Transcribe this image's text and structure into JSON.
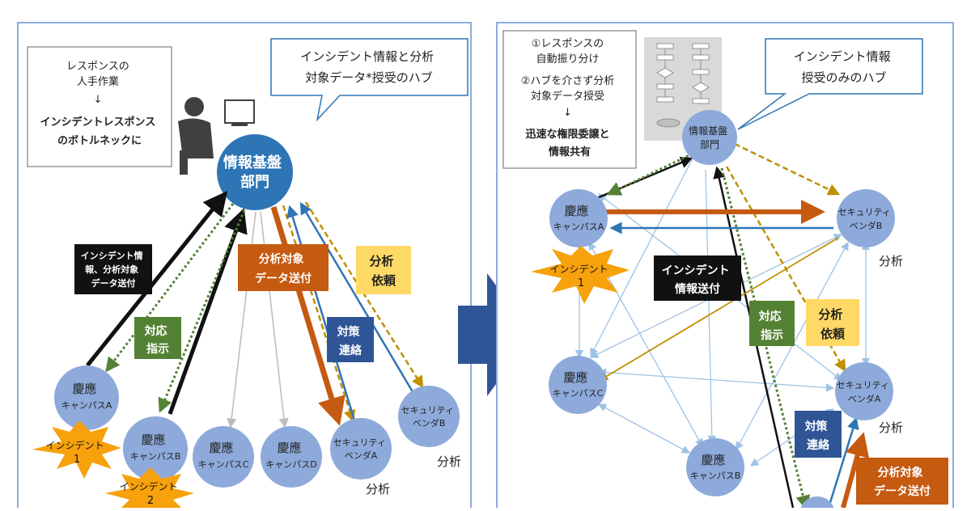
{
  "left": {
    "problem_box": {
      "lines": [
        "レスポンスの",
        "人手作業",
        "↓",
        "インシデントレスポンス",
        "のボトルネックに"
      ]
    },
    "callout": {
      "lines": [
        "インシデント情報と分析",
        "対象データ*授受のハブ"
      ]
    },
    "hub": {
      "lines": [
        "情報基盤",
        "部門"
      ]
    },
    "nodes": {
      "campus_a": [
        "慶應",
        "キャンパスA"
      ],
      "campus_b": [
        "慶應",
        "キャンパスB"
      ],
      "campus_c": [
        "慶應",
        "キャンパスC"
      ],
      "campus_d": [
        "慶應",
        "キャンパスD"
      ],
      "vendor_a": [
        "セキュリティ",
        "ベンダA"
      ],
      "vendor_b": [
        "セキュリティ",
        "ベンダB"
      ]
    },
    "labels": {
      "incident_send": [
        "インシデント情",
        "報、分析対象",
        "データ送付"
      ],
      "response": [
        "対応",
        "指示"
      ],
      "analysis_data": [
        "分析対象",
        "データ送付"
      ],
      "analysis_req": [
        "分析",
        "依頼"
      ],
      "countermeasure": [
        "対策",
        "連絡"
      ],
      "analysis_a": "分析",
      "analysis_b": "分析"
    },
    "incidents": {
      "inc1": [
        "インシデント",
        "1"
      ],
      "inc2": [
        "インシデント",
        "2"
      ]
    }
  },
  "right": {
    "improve_box": {
      "lines": [
        "①レスポンスの",
        "自動振り分け",
        "②ハブを介さず分析",
        "対象データ授受",
        "↓",
        "迅速な権限委譲と",
        "情報共有"
      ]
    },
    "callout": {
      "lines": [
        "インシデント情報",
        "授受のみのハブ"
      ]
    },
    "hub": {
      "lines": [
        "情報基盤",
        "部門"
      ]
    },
    "nodes": {
      "campus_a": [
        "慶應",
        "キャンパスA"
      ],
      "campus_b": [
        "慶應",
        "キャンパスB"
      ],
      "campus_c": [
        "慶應",
        "キャンパスC"
      ],
      "vendor_a": [
        "セキュリティ",
        "ベンダA"
      ],
      "vendor_b": [
        "セキュリティ",
        "ベンダB"
      ]
    },
    "labels": {
      "incident_send": [
        "インシデント",
        "情報送付"
      ],
      "response": [
        "対応",
        "指示"
      ],
      "analysis_req": [
        "分析",
        "依頼"
      ],
      "countermeasure": [
        "対策",
        "連絡"
      ],
      "analysis_data": [
        "分析対象",
        "データ送付"
      ],
      "analysis_a": "分析",
      "analysis_b": "分析"
    },
    "incidents": {
      "inc1": [
        "インシデント",
        "1"
      ]
    }
  },
  "colors": {
    "node_fill": "#8eaadb",
    "hub_fill": "#2e75b6",
    "black_label": "#111111",
    "green": "#548235",
    "orange": "#c55a11",
    "yellow_fill": "#ffd966",
    "yellow_line": "#bf9000",
    "navy": "#2f5597",
    "blue_line": "#2e75b6",
    "light_blue": "#9dc3e6",
    "star": "#f7a10c",
    "panel_border": "#8faadc",
    "big_arrow": "#2f5597"
  }
}
